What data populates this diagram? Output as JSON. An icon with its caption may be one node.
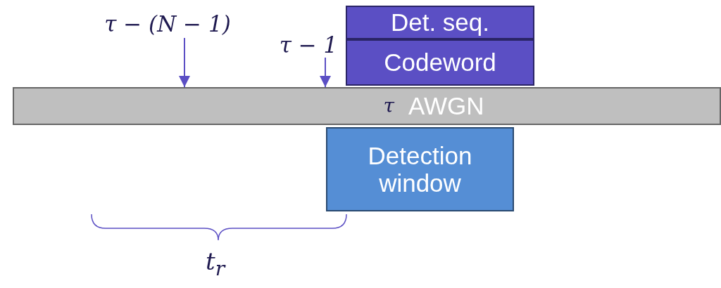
{
  "diagram": {
    "nodes": [
      {
        "text": [
          "τ − (N − 1)"
        ]
      },
      {
        "text": [
          "τ − 1"
        ]
      },
      {
        "text": [
          "τ",
          "AWGN"
        ]
      },
      {
        "text": [
          "Det. seq."
        ]
      },
      {
        "text": [
          "Codeword"
        ]
      },
      {
        "text": [
          "Detection window"
        ]
      }
    ],
    "edges": [
      {
        "from": 0,
        "to": 2,
        "arrow": "to"
      },
      {
        "from": 1,
        "to": 2,
        "arrow": "to"
      }
    ],
    "labels": [
      "t$_{r}$"
    ]
  }
}
